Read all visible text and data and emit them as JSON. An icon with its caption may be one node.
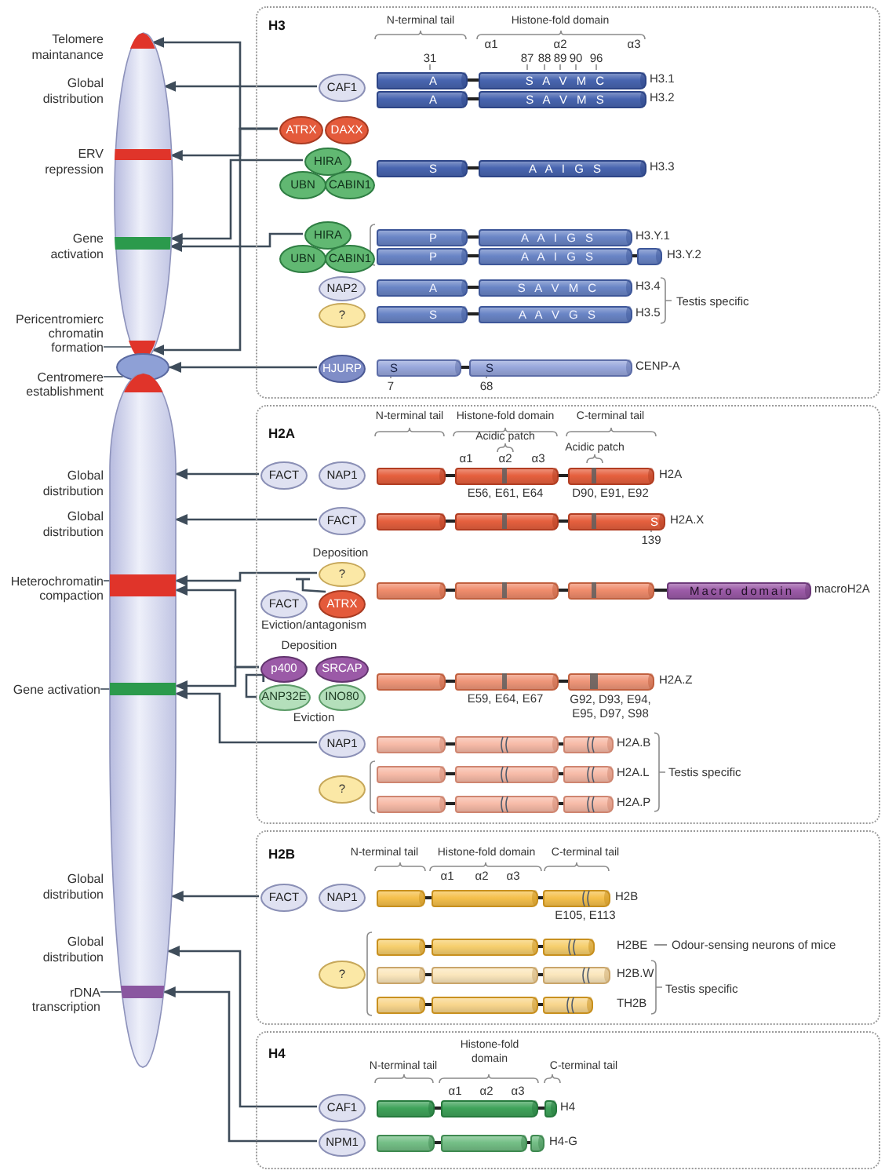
{
  "diagram": {
    "nodes": [
      {
        "text": [],
        "shape": "ellipse"
      },
      {
        "text": [],
        "shape": "bar",
        "in": 0
      },
      {
        "text": [],
        "shape": "bar",
        "in": 0
      },
      {
        "text": [],
        "shape": "bar",
        "in": 0
      },
      {
        "text": [],
        "shape": "bar",
        "in": 0
      },
      {
        "text": [],
        "shape": "ellipse"
      },
      {
        "text": [],
        "shape": "ellipse"
      },
      {
        "text": [],
        "shape": "bar",
        "in": 6
      },
      {
        "text": [],
        "shape": "bar",
        "in": 6
      },
      {
        "text": [],
        "shape": "bar",
        "in": 6
      },
      {
        "text": [],
        "shape": "bar",
        "in": 6
      },
      {
        "text": [
          "Pericentromierc chromatin formation"
        ]
      },
      {
        "text": [
          "Centromere establishment"
        ]
      },
      {
        "text": [
          "Heterochromatin compaction"
        ]
      },
      {
        "text": [
          "Gene activation"
        ]
      },
      {
        "text": [
          "rDNA transcription"
        ]
      },
      {
        "text": [
          "H3"
        ]
      },
      {
        "text": [
          "CAF1"
        ],
        "in": 16
      },
      {
        "text": [
          "A",
          "S A V M C"
        ],
        "in": 16,
        "beside": [
          "H3.1"
        ]
      },
      {
        "text": [
          "A",
          "S A V M S"
        ],
        "in": 16,
        "beside": [
          "H3.2"
        ]
      },
      {
        "text": [
          "ATRX"
        ],
        "in": 16
      },
      {
        "text": [
          "DAXX"
        ],
        "in": 16
      },
      {
        "text": [
          "HIRA"
        ],
        "in": 16
      },
      {
        "text": [
          "UBN"
        ],
        "in": 16
      },
      {
        "text": [
          "CABIN1"
        ],
        "in": 16
      },
      {
        "text": [
          "S",
          "A A I G S"
        ],
        "in": 16,
        "beside": [
          "H3.3"
        ]
      },
      {
        "text": [
          "HIRA"
        ],
        "in": 16
      },
      {
        "text": [
          "UBN"
        ],
        "in": 16
      },
      {
        "text": [
          "CABIN1"
        ],
        "in": 16
      },
      {
        "text": [
          "P",
          "A A I G S"
        ],
        "in": 16,
        "beside": [
          "H3.Y.1"
        ]
      },
      {
        "text": [
          "P",
          "A A I G S"
        ],
        "in": 16,
        "beside": [
          "H3.Y.2"
        ]
      },
      {
        "text": [
          "NAP2"
        ],
        "in": 16
      },
      {
        "text": [
          "A",
          "S A V M C"
        ],
        "in": 16,
        "beside": [
          "H3.4"
        ]
      },
      {
        "text": [
          "?"
        ],
        "in": 16
      },
      {
        "text": [
          "S",
          "A A V G S"
        ],
        "in": 16,
        "beside": [
          "H3.5"
        ]
      },
      {
        "text": [
          "HJURP"
        ],
        "in": 16
      },
      {
        "text": [
          "S",
          "S"
        ],
        "in": 16,
        "beside": [
          "CENP-A",
          "7",
          "68"
        ]
      },
      {
        "text": [
          "H2A"
        ]
      },
      {
        "text": [
          "FACT"
        ],
        "in": 37
      },
      {
        "text": [
          "NAP1"
        ],
        "in": 37
      },
      {
        "text": [],
        "shape": "bar",
        "in": 37,
        "beside": [
          "H2A",
          "E56, E61, E64",
          "D90, E91, E92"
        ]
      },
      {
        "text": [
          "FACT"
        ],
        "in": 37
      },
      {
        "text": [
          "S"
        ],
        "in": 37,
        "beside": [
          "H2A.X",
          "139"
        ]
      },
      {
        "text": [
          "?"
        ],
        "in": 37
      },
      {
        "text": [
          "FACT"
        ],
        "in": 37
      },
      {
        "text": [
          "ATRX"
        ],
        "in": 37
      },
      {
        "text": [
          "Macro domain"
        ],
        "in": 37,
        "beside": [
          "macroH2A"
        ]
      },
      {
        "text": [
          "p400"
        ],
        "in": 37
      },
      {
        "text": [
          "SRCAP"
        ],
        "in": 37
      },
      {
        "text": [
          "ANP32E"
        ],
        "in": 37
      },
      {
        "text": [
          "INO80"
        ],
        "in": 37
      },
      {
        "text": [],
        "shape": "bar",
        "in": 37,
        "beside": [
          "H2A.Z",
          "E59, E64, E67",
          "G92, D93, E94, E95, D97, S98"
        ]
      },
      {
        "text": [
          "NAP1"
        ],
        "in": 37
      },
      {
        "text": [],
        "shape": "bar",
        "in": 37,
        "beside": [
          "H2A.B"
        ]
      },
      {
        "text": [
          "?"
        ],
        "in": 37
      },
      {
        "text": [],
        "shape": "bar",
        "in": 37,
        "beside": [
          "H2A.L"
        ]
      },
      {
        "text": [],
        "shape": "bar",
        "in": 37,
        "beside": [
          "H2A.P"
        ]
      },
      {
        "text": [
          "H2B"
        ]
      },
      {
        "text": [
          "FACT"
        ],
        "in": 57
      },
      {
        "text": [
          "NAP1"
        ],
        "in": 57
      },
      {
        "text": [],
        "shape": "bar",
        "in": 57,
        "beside": [
          "H2B",
          "E105, E113"
        ]
      },
      {
        "text": [],
        "shape": "bar",
        "in": 57,
        "beside": [
          "H2BE",
          "Odour-sensing neurons of mice"
        ]
      },
      {
        "text": [
          "?"
        ],
        "in": 57
      },
      {
        "text": [],
        "shape": "bar",
        "in": 57,
        "beside": [
          "H2B.W"
        ]
      },
      {
        "text": [],
        "shape": "bar",
        "in": 57,
        "beside": [
          "TH2B"
        ]
      },
      {
        "text": [
          "H4"
        ]
      },
      {
        "text": [
          "CAF1"
        ],
        "in": 65
      },
      {
        "text": [],
        "shape": "bar",
        "in": 65,
        "beside": [
          "H4"
        ]
      },
      {
        "text": [
          "NPM1"
        ],
        "in": 65
      },
      {
        "text": [],
        "shape": "bar",
        "in": 65,
        "beside": [
          "H4-G"
        ]
      }
    ],
    "edges": [
      {
        "from": 17,
        "to": 0,
        "arrow": "to"
      },
      {
        "from": 20,
        "to": 1,
        "arrow": "to"
      },
      {
        "from": 20,
        "to": 2,
        "arrow": "to"
      },
      {
        "from": 20,
        "to": 4,
        "arrow": "to"
      },
      {
        "from": 22,
        "to": 3,
        "arrow": "to"
      },
      {
        "from": 26,
        "to": 3,
        "arrow": "to"
      },
      {
        "from": 35,
        "to": 5,
        "arrow": "to"
      },
      {
        "from": 38,
        "to": 6,
        "arrow": "to"
      },
      {
        "from": 41,
        "to": 6,
        "arrow": "to"
      },
      {
        "from": 43,
        "to": 8,
        "arrow": "to"
      },
      {
        "from": 47,
        "to": 8,
        "arrow": "to"
      },
      {
        "from": 47,
        "to": 9,
        "arrow": "to"
      },
      {
        "from": 45,
        "to": null,
        "arrow": "other"
      },
      {
        "from": 49,
        "to": 47,
        "arrow": "other"
      },
      {
        "from": 52,
        "to": 9,
        "arrow": "to"
      },
      {
        "from": 58,
        "to": 6,
        "arrow": "to"
      },
      {
        "from": 66,
        "to": 6,
        "arrow": "to"
      },
      {
        "from": 68,
        "to": 10,
        "arrow": "to"
      },
      {
        "from": 11,
        "to": 4,
        "arrow": "none"
      },
      {
        "from": 12,
        "to": 5,
        "arrow": "none"
      },
      {
        "from": 13,
        "to": 8,
        "arrow": "none"
      },
      {
        "from": 14,
        "to": 9,
        "arrow": "none"
      },
      {
        "from": 15,
        "to": 10,
        "arrow": "none"
      }
    ],
    "labels": [
      "Telomere maintanance",
      "Global distribution",
      "ERV repression",
      "Gene activation",
      "Global distribution",
      "Global distribution",
      "Global distribution",
      "Global distribution",
      "N-terminal tail",
      "Histone-fold domain",
      "α1",
      "α2",
      "α3",
      "31",
      "87",
      "88",
      "89",
      "90",
      "96",
      "Testis specific",
      "N-terminal tail",
      "Histone-fold domain",
      "C-terminal tail",
      "Acidic patch",
      "Acidic patch",
      "α1",
      "α2",
      "α3",
      "Deposition",
      "Eviction/antagonism",
      "Deposition",
      "Eviction",
      "Testis specific",
      "N-terminal tail",
      "Histone-fold domain",
      "C-terminal tail",
      "α1",
      "α2",
      "α3",
      "Testis specific",
      "N-terminal tail",
      "Histone-fold domain",
      "C-terminal tail",
      "α1",
      "α2",
      "α3"
    ]
  }
}
